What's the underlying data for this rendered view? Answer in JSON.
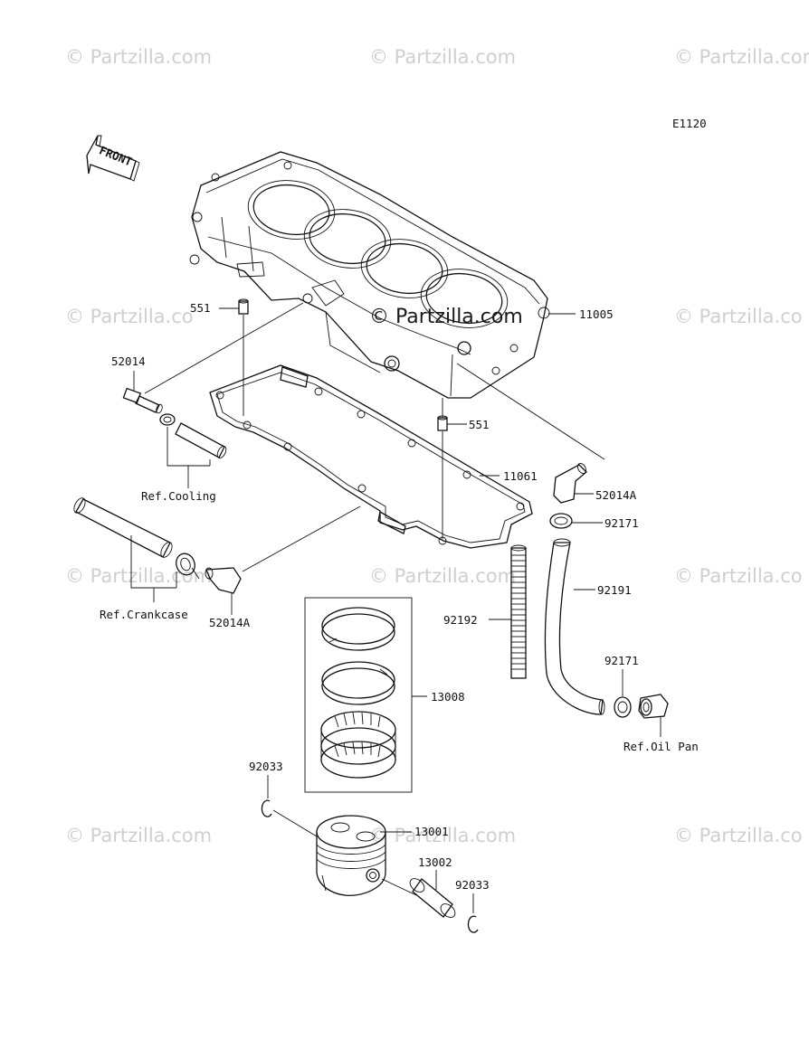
{
  "diagram_code": "E1120",
  "front_arrow_label": "FRONT",
  "watermarks": [
    "© Partzilla.com",
    "© Partzilla.com",
    "© Partzilla.com",
    "© Partzilla.co",
    "© Partzilla.co",
    "© Partzilla.com",
    "© Partzilla.com",
    "© Partzilla.co",
    "© Partzilla.com",
    "© Partzilla.com",
    "© Partzilla.co"
  ],
  "center_watermark": "© Partzilla.com",
  "labels": {
    "p551_top": "551",
    "p11005": "11005",
    "p52014": "52014",
    "p551_mid": "551",
    "p11061": "11061",
    "p52014A_right": "52014A",
    "p92171_top": "92171",
    "p92191": "92191",
    "p92192": "92192",
    "p52014A_left": "52014A",
    "p13008": "13008",
    "p92171_bottom": "92171",
    "p92033_left": "92033",
    "p13001": "13001",
    "p13002": "13002",
    "p92033_right": "92033"
  },
  "refs": {
    "cooling": "Ref.Cooling",
    "crankcase": "Ref.Crankcase",
    "oil_pan": "Ref.Oil Pan"
  }
}
